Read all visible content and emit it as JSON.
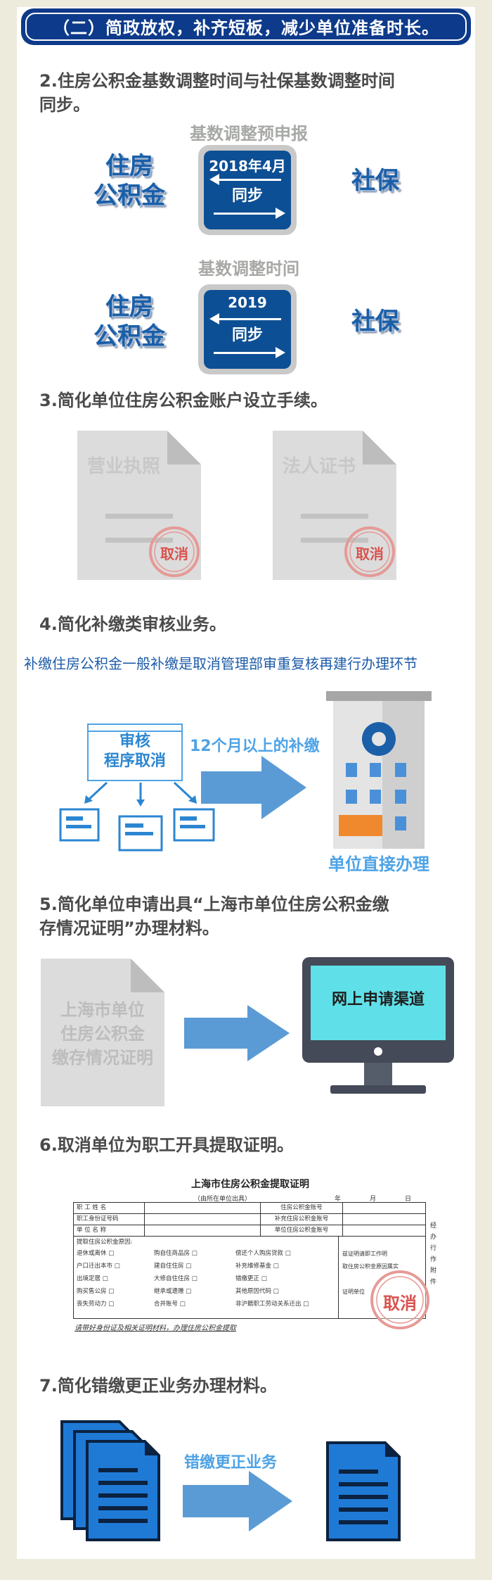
{
  "header": "（二）简政放权，补齐短板，减少单位准备时长。",
  "sections": {
    "s2": {
      "title_line1": "2.住房公积金基数调整时间与社保基数调整时间",
      "title_line2": "同步。",
      "row1": {
        "caption": "基数调整预申报",
        "left": [
          "住房",
          "公积金"
        ],
        "year": "2018年4月",
        "sync": "同步",
        "right": "社保"
      },
      "row2": {
        "caption": "基数调整时间",
        "left": [
          "住房",
          "公积金"
        ],
        "year": "2019",
        "sync": "同步",
        "right": "社保"
      }
    },
    "s3": {
      "title": "3.简化单位住房公积金账户设立手续。",
      "docs": [
        {
          "label": "营业执照",
          "stamp": "取消"
        },
        {
          "label": "法人证书",
          "stamp": "取消"
        }
      ]
    },
    "s4": {
      "title": "4.简化补缴类审核业务。",
      "note": "补缴住房公积金一般补缴是取消管理部审重复核再建行办理环节",
      "review_box": [
        "审核",
        "程序取消"
      ],
      "arrow_label": "12个月以上的补缴",
      "building_label": "单位直接办理"
    },
    "s5": {
      "title_line1": "5.简化单位申请出具“上海市单位住房公积金缴",
      "title_line2": "存情况证明”办理材料。",
      "doc_lines": [
        "上海市单位",
        "住房公积金",
        "缴存情况证明"
      ],
      "monitor_label": "网上申请渠道"
    },
    "s6": {
      "title": "6.取消单位为职工开具提取证明。",
      "form_title": "上海市住房公积金提取证明",
      "form_sub": "（由所在单位出具）",
      "form_date": [
        "年",
        "月",
        "日"
      ],
      "form_rows": [
        [
          "职 工 姓 名",
          "",
          "住房公积金账号",
          ""
        ],
        [
          "职工身份证号码",
          "",
          "补充住房公积金账号",
          ""
        ],
        [
          "单 位 名 称",
          "",
          "单位住房公积金账号",
          ""
        ]
      ],
      "reason_head": "提取住房公积金原因:",
      "reasons": [
        [
          "退休或离休 □",
          "购自住商品房 □",
          "偿还个人购房贷款 □"
        ],
        [
          "户口迁出本市 □",
          "建自住住房 □",
          "补充维修基金 □"
        ],
        [
          "出境定居 □",
          "大修自住住房 □",
          "错缴更正 □"
        ],
        [
          "购买售公房 □",
          "继承或遗赠 □",
          "其他原因代码 □"
        ],
        [
          "丧失劳动力 □",
          "合并账号 □",
          "非沪籍职工劳动关系迁出 □"
        ]
      ],
      "right_col": [
        "兹证明请即工作明",
        "取住房公积金原因属实",
        "证明单位"
      ],
      "side_text": "经办行作附件",
      "footnote": "请带好身份证及相关证明材料，办理住房公积金提取",
      "stamp": "取消"
    },
    "s7": {
      "title": "7.简化错缴更正业务办理材料。",
      "arrow_label": "错缴更正业务"
    }
  },
  "colors": {
    "header_bg": "#0d3a8a",
    "accent_blue": "#1b5fa8",
    "stamp_red": "#d9534f",
    "arrow_blue": "#5b9bd5"
  }
}
